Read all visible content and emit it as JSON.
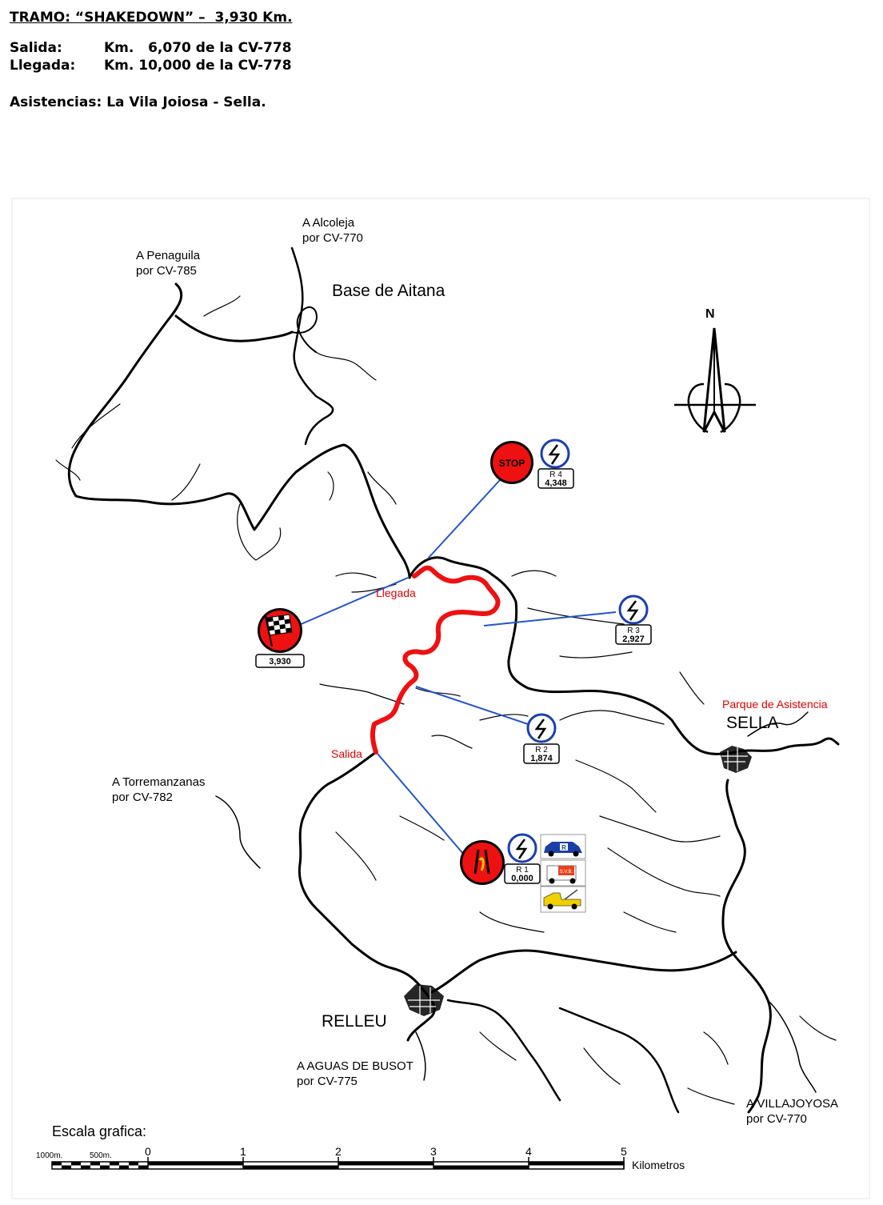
{
  "header": {
    "title": "TRAMO: “SHAKEDOWN” –  3,930 Km.",
    "salida_label": "Salida:",
    "salida_value": "Km.   6,070 de la CV-778",
    "llegada_label": "Llegada:",
    "llegada_value": "Km. 10,000 de la CV-778",
    "asistencias": "Asistencias: La Vila Joiosa - Sella."
  },
  "map": {
    "labels": {
      "alcoleja_1": "A Alcoleja",
      "alcoleja_2": "por CV-770",
      "penaguila_1": "A Penaguila",
      "penaguila_2": "por CV-785",
      "base_aitana": "Base de Aitana",
      "north": "N",
      "llegada": "Llegada",
      "salida": "Salida",
      "parque": "Parque de Asistencia",
      "sella": "SELLA",
      "torremanzanas_1": "A Torremanzanas",
      "torremanzanas_2": "por CV-782",
      "relleu": "RELLEU",
      "aguas_1": "A AGUAS DE BUSOT",
      "aguas_2": "por CV-775",
      "villajoyosa_1": "A VILLAJOYOSA",
      "villajoyosa_2": "por CV-770"
    },
    "markers": {
      "stop_text": "STOP",
      "finish_km": "3,930",
      "r1_label": "R  1",
      "r1_km": "0,000",
      "r2_label": "R  2",
      "r2_km": "1,874",
      "r3_label": "R  3",
      "r3_km": "2,927",
      "r4_label": "R  4",
      "r4_km": "4,348",
      "vehicle_r": "R",
      "vehicle_svb": "S.V.B."
    },
    "colors": {
      "stage_route": "#ee1111",
      "connector": "#2255cc",
      "marker_red": "#ee1111",
      "marker_blue": "#1a3fb0"
    }
  },
  "scale": {
    "title": "Escala grafica:",
    "left_1000": "1000m.",
    "left_500": "500m.",
    "ticks": [
      "0",
      "1",
      "2",
      "3",
      "4",
      "5"
    ],
    "unit": "Kilometros"
  }
}
